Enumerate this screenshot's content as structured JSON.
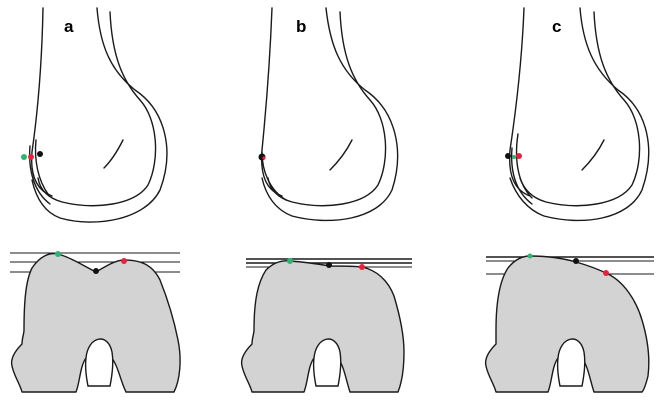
{
  "panels": [
    {
      "id": "a",
      "label": "a"
    },
    {
      "id": "b",
      "label": "b"
    },
    {
      "id": "c",
      "label": "c"
    }
  ],
  "marker_colors": {
    "green": "#2bb673",
    "red": "#e8223c",
    "black": "#111111"
  },
  "section_fill": "#d3d3d3"
}
